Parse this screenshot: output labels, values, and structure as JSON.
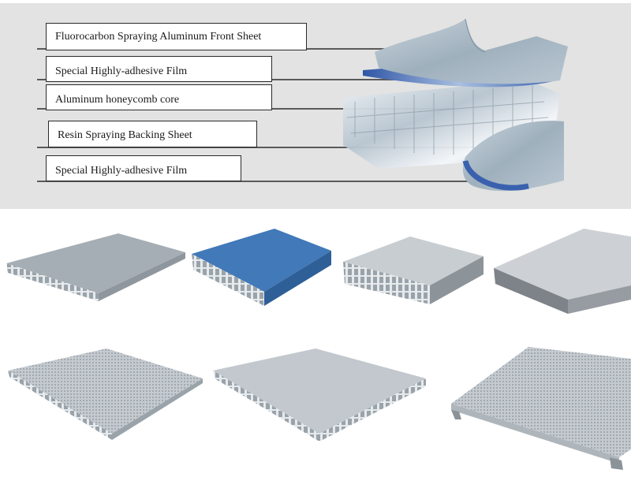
{
  "diagram": {
    "title": "Aluminum honeycomb panel layer structure",
    "layers": [
      {
        "label": "Fluorocarbon Spraying Aluminum Front Sheet"
      },
      {
        "label": "Special Highly-adhesive Film"
      },
      {
        "label": "Aluminum honeycomb core"
      },
      {
        "label": "Resin Spraying Backing Sheet"
      },
      {
        "label": "Special Highly-adhesive Film"
      }
    ]
  },
  "colors": {
    "band_background": "#e2e3e2",
    "leader_line": "#5a5a5a",
    "front_sheet": "#a9b9c6",
    "film_blue": "#4a6fb8",
    "core_silver": "#d9e2ea",
    "panel_blue": "#3f78b8",
    "panel_grey": "#a3acb3",
    "panel_silver": "#c8ccd0"
  },
  "products": {
    "row1": [
      {
        "name": "grey-coated-honeycomb-panel",
        "finish": "grey"
      },
      {
        "name": "blue-coated-honeycomb-panel",
        "finish": "blue"
      },
      {
        "name": "brushed-edge-profile-panel",
        "finish": "silver"
      },
      {
        "name": "closed-edge-silver-panel",
        "finish": "silver"
      }
    ],
    "row2": [
      {
        "name": "perforated-honeycomb-panel",
        "finish": "perforated"
      },
      {
        "name": "large-open-edge-honeycomb-panel",
        "finish": "grey"
      },
      {
        "name": "perforated-ceiling-tray-panel",
        "finish": "perforated"
      }
    ]
  }
}
